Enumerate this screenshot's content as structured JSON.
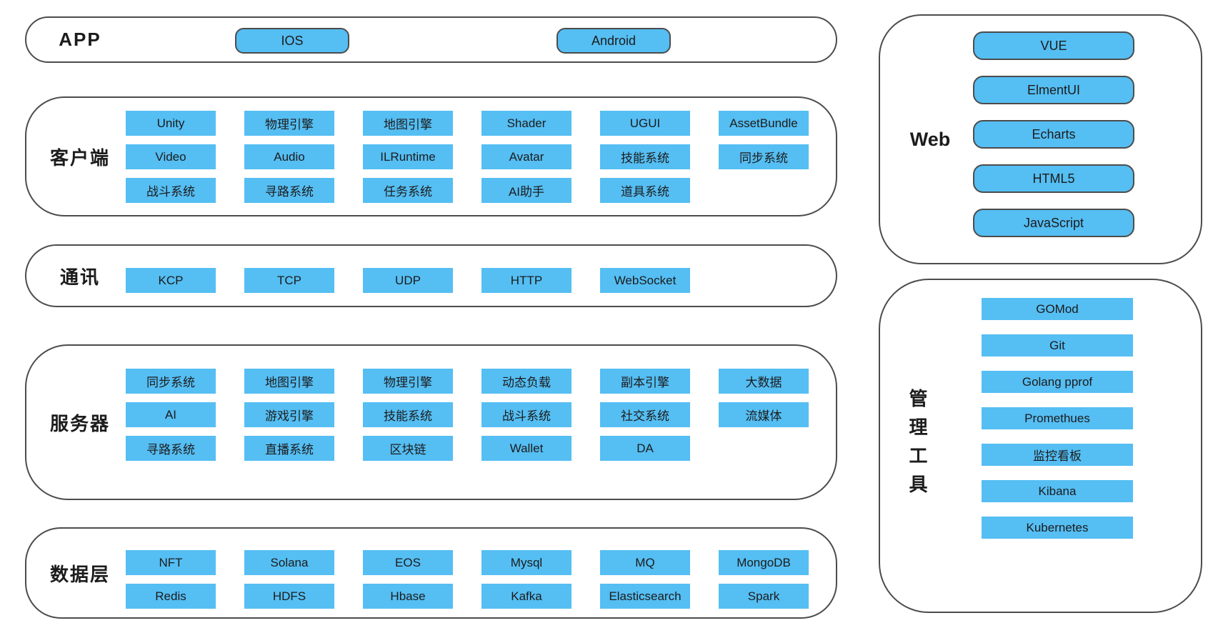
{
  "colors": {
    "accent_blue": "#55BEF3",
    "outline": "#4C4C4C",
    "text": "#1C1C1C",
    "background": "#FFFFFF"
  },
  "diagram": {
    "app": {
      "label": "APP",
      "items": [
        "IOS",
        "Android"
      ]
    },
    "client": {
      "label": "客户端",
      "rows": [
        [
          "Unity",
          "物理引擎",
          "地图引擎",
          "Shader",
          "UGUI",
          "AssetBundle"
        ],
        [
          "Video",
          "Audio",
          "ILRuntime",
          "Avatar",
          "技能系统",
          "同步系统"
        ],
        [
          "战斗系统",
          "寻路系统",
          "任务系统",
          "AI助手",
          "道具系统"
        ]
      ]
    },
    "communication": {
      "label": "通讯",
      "rows": [
        [
          "KCP",
          "TCP",
          "UDP",
          "HTTP",
          "WebSocket"
        ]
      ]
    },
    "server": {
      "label": "服务器",
      "rows": [
        [
          "同步系统",
          "地图引擎",
          "物理引擎",
          "动态负载",
          "副本引擎",
          "大数据"
        ],
        [
          "AI",
          "游戏引擎",
          "技能系统",
          "战斗系统",
          "社交系统",
          "流媒体"
        ],
        [
          "寻路系统",
          "直播系统",
          "区块链",
          "Wallet",
          "DA"
        ]
      ]
    },
    "data_layer": {
      "label": "数据层",
      "rows": [
        [
          "NFT",
          "Solana",
          "EOS",
          "Mysql",
          "MQ",
          "MongoDB"
        ],
        [
          "Redis",
          "HDFS",
          "Hbase",
          "Kafka",
          "Elasticsearch",
          "Spark"
        ]
      ]
    },
    "web": {
      "label": "Web",
      "items": [
        "VUE",
        "ElmentUI",
        "Echarts",
        "HTML5",
        "JavaScript"
      ]
    },
    "admin_tools": {
      "label": "管理工具",
      "items": [
        "GOMod",
        "Git",
        "Golang pprof",
        "Promethues",
        "监控看板",
        "Kibana",
        "Kubernetes"
      ]
    }
  }
}
